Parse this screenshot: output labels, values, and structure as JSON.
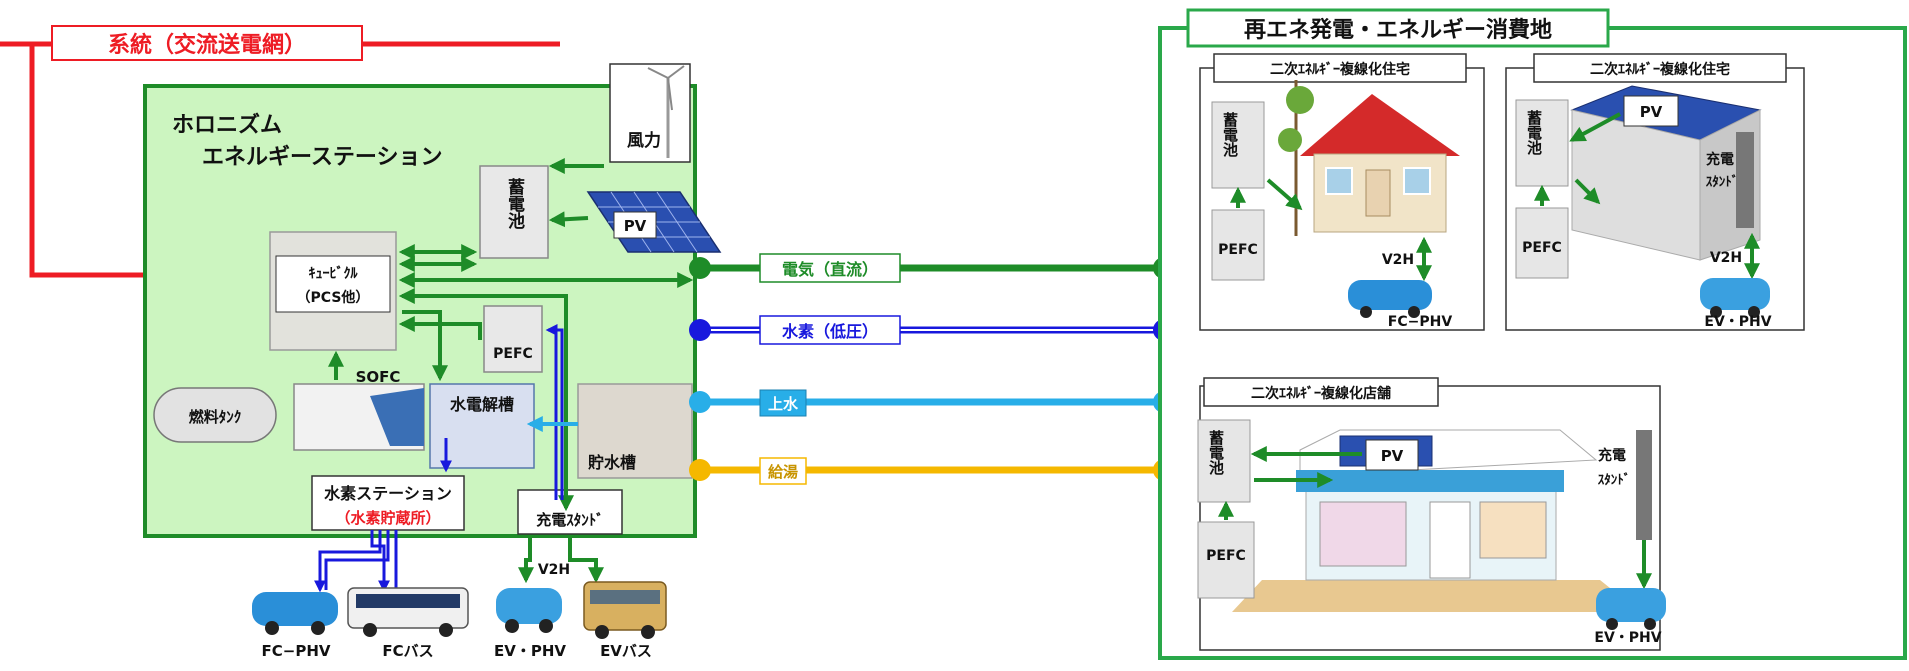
{
  "grid_label": "系統（交流送電網）",
  "station": {
    "title_line1": "ホロニズム",
    "title_line2": "エネルギーステーション"
  },
  "consumer_title": "再エネ発電・エネルギー消費地",
  "labels": {
    "wind": "風力",
    "battery": "蓄電池",
    "pv": "PV",
    "cubicle_line1": "ｷｭｰﾋﾞｸﾙ",
    "cubicle_line2": "（PCS他）",
    "pefc": "PEFC",
    "sofc": "SOFC",
    "fuel_tank": "燃料ﾀﾝｸ",
    "electrolyzer": "水電解槽",
    "water_tank": "貯水槽",
    "h2_station": "水素ステーション",
    "h2_storage": "（水素貯蔵所）",
    "charge_stand": "充電ｽﾀﾝﾄﾞ",
    "v2h": "V2H",
    "fc_phv": "FC−PHV",
    "fc_bus": "FCバス",
    "ev_phv": "EV・PHV",
    "ev_bus": "EVバス"
  },
  "lines": {
    "electricity": "電気（直流）",
    "hydrogen": "水素（低圧）",
    "water": "上水",
    "hot_water": "給湯"
  },
  "house1": {
    "title": "二次ｴﾈﾙｷﾞｰ複線化住宅",
    "battery": "蓄電池",
    "pefc": "PEFC",
    "v2h": "V2H",
    "car": "FC−PHV"
  },
  "house2": {
    "title": "二次ｴﾈﾙｷﾞｰ複線化住宅",
    "battery": "蓄電池",
    "pv": "PV",
    "charge_line1": "充電",
    "charge_line2": "ｽﾀﾝﾄﾞ",
    "pefc": "PEFC",
    "v2h": "V2H",
    "car": "EV・PHV"
  },
  "shop": {
    "title": "二次ｴﾈﾙｷﾞｰ複線化店舗",
    "battery": "蓄電池",
    "pv": "PV",
    "charge_line1": "充電",
    "charge_line2": "ｽﾀﾝﾄﾞ",
    "pefc": "PEFC",
    "car": "EV・PHV"
  },
  "colors": {
    "grid": "#ee1c24",
    "electric": "#1e8c28",
    "hydrogen": "#1818dd",
    "water": "#28aee8",
    "hot_water": "#f5b800",
    "station_fill": "#ccf5c0"
  }
}
